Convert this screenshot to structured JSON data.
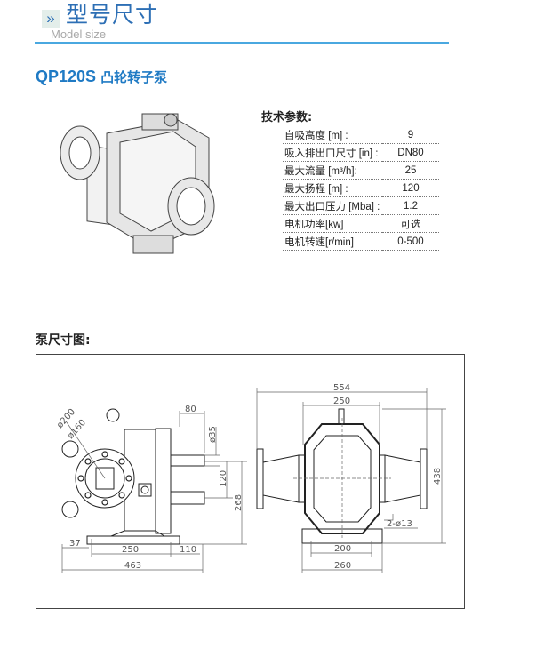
{
  "header": {
    "icon": "double-chevron-right-icon",
    "title": "型号尺寸",
    "subtitle": "Model size",
    "accent": "#4aa8e0"
  },
  "model": {
    "code": "QP120S",
    "name": "凸轮转子泵"
  },
  "tech_params": {
    "title": "技术参数:",
    "rows": [
      {
        "label": "自吸高度 [m] :",
        "value": "9"
      },
      {
        "label": "吸入排出口尺寸 [in] :",
        "value": "DN80"
      },
      {
        "label": "最大流量 [m³/h]:",
        "value": "25"
      },
      {
        "label": "最大扬程 [m] :",
        "value": "120"
      },
      {
        "label": "最大出口压力 [Mba] :",
        "value": "1.2"
      },
      {
        "label": "电机功率[kw]",
        "value": "可选"
      },
      {
        "label": "电机转速[r/min]",
        "value": "0-500"
      }
    ]
  },
  "dimensions": {
    "title": "泵尺寸图:",
    "side_view": {
      "d200": "ø200",
      "d160": "ø160",
      "w80": "80",
      "d35": "ø35",
      "h120": "120",
      "h268": "268",
      "w37": "37",
      "w250": "250",
      "w110": "110",
      "w463": "463"
    },
    "front_view": {
      "w554": "554",
      "w250": "250",
      "h438": "438",
      "holes": "2-ø13",
      "w200": "200",
      "w260": "260"
    }
  }
}
